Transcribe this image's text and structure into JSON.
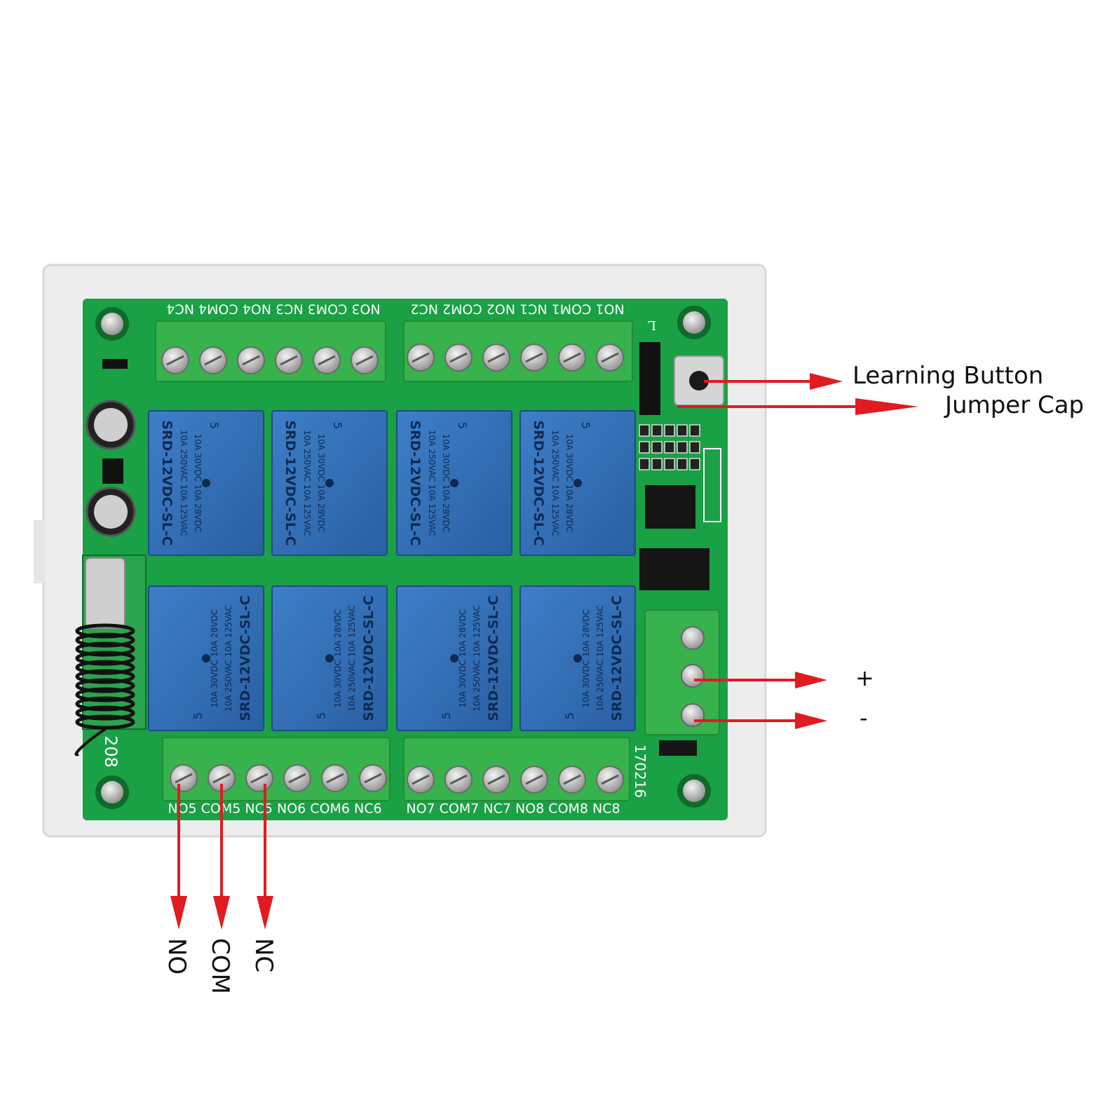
{
  "board": {
    "top_terminals_left": "NO3 COM3 NC3 NO4 COM4 NC4",
    "top_terminals_right": "NO1 COM1 NC1 NO2 COM2 NC2",
    "bottom_terminals_left": "NO5 COM5 NC5 NO6 COM6 NC6",
    "bottom_terminals_right": "NO7 COM7 NC7 NO8 COM8 NC8",
    "board_code": "170216",
    "model_mark": "208",
    "relay_text": {
      "line1": "10A 250VAC 10A 125VAC",
      "line2": "10A 30VDC 10A 28VDC",
      "model": "SRD-12VDC-SL-C",
      "num": "5"
    },
    "jumper_mark": "L"
  },
  "callouts": {
    "learning_button": "Learning Button",
    "jumper_cap": "Jumper Cap",
    "plus": "+",
    "minus": "-",
    "no": "NO",
    "com": "COM",
    "nc": "NC"
  },
  "colors": {
    "pcb_green": "#1aa045",
    "relay_blue": "#2f6db5",
    "terminal_green": "#35b24a",
    "arrow_red": "#e01b22",
    "case_white": "#ececec"
  }
}
